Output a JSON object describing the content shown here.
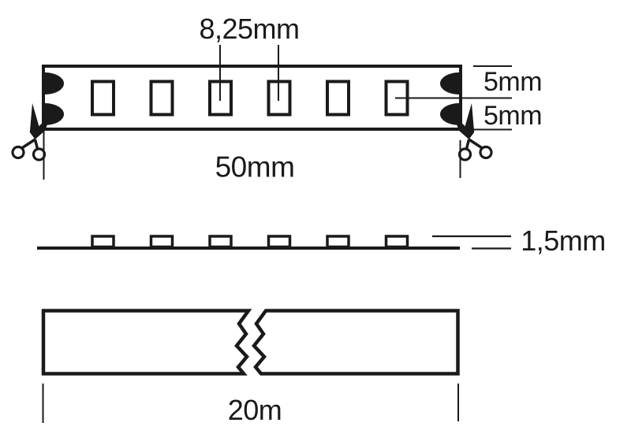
{
  "diagram": {
    "title": "LED strip dimension diagram",
    "labels": {
      "led_pitch": "8,25mm",
      "strip_half_width_upper": "5mm",
      "strip_half_width_lower": "5mm",
      "cut_segment_length": "50mm",
      "profile_height": "1,5mm",
      "reel_length": "20m"
    },
    "views": {
      "top_view": {
        "name": "strip top view with cut marks",
        "led_count": 6,
        "solder_pad_count": 4,
        "cut_icons": [
          "scissors-icon-left",
          "scissors-icon-right"
        ]
      },
      "side_view": {
        "name": "strip side profile",
        "led_count": 6
      },
      "reel_view": {
        "name": "full strip length with break symbol"
      }
    },
    "colors": {
      "line": "#1a1a1a",
      "background": "#ffffff",
      "led_fill": "#ffffff"
    }
  }
}
